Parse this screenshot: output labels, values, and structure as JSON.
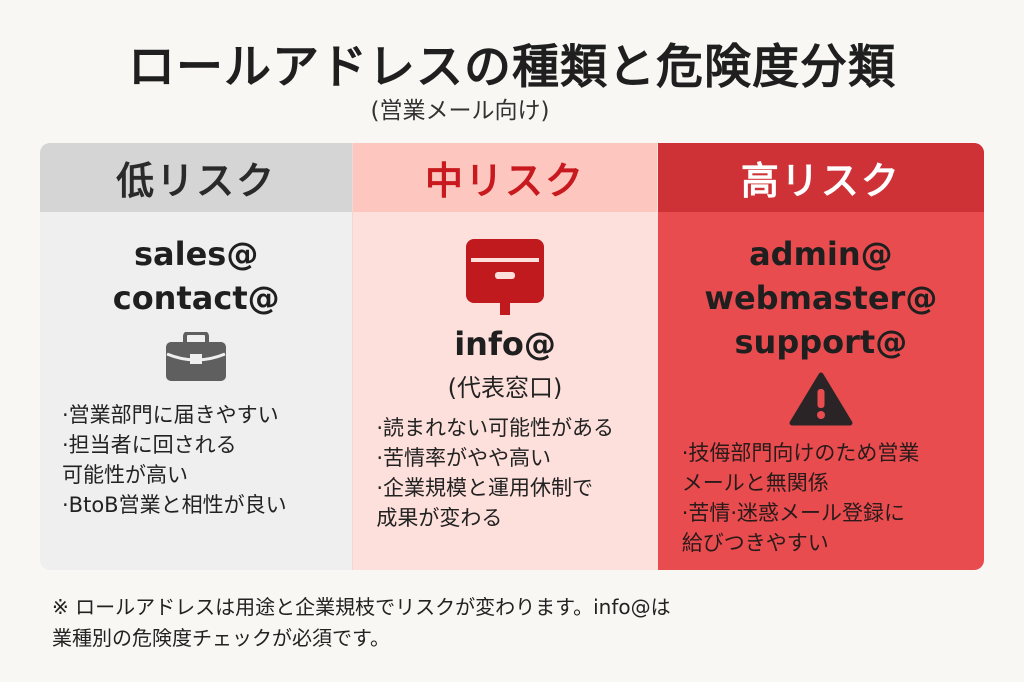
{
  "header": {
    "title": "ロールアドレスの種類と危険度分類",
    "subtitle": "(営業メール向け)"
  },
  "colors": {
    "low_header": "#d5d5d5",
    "low_body": "#efefef",
    "mid_header": "#fdc7bf",
    "mid_body": "#fde0dc",
    "mid_accent": "#c8191e",
    "high_header": "#cf3236",
    "high_body": "#e94c4f"
  },
  "columns": [
    {
      "label": "低リスク",
      "icon": "briefcase-icon",
      "addresses": [
        "sales@",
        "contact@"
      ],
      "bullets": [
        "·営業部門に届きやすい",
        "·担当者に回される",
        "可能性が高い",
        "·BtoB営業と相性が良い"
      ]
    },
    {
      "label": "中リスク",
      "icon": "mailbox-icon",
      "addresses": [
        "info@"
      ],
      "sub": "(代表窓口)",
      "bullets": [
        "·読まれない可能性がある",
        "·苦情率がやや高い",
        "·企業規模と運用休制で",
        "成果が変わる"
      ]
    },
    {
      "label": "高リスク",
      "icon": "warning-icon",
      "addresses": [
        "admin@",
        "webmaster@",
        "support@"
      ],
      "bullets": [
        "·技侮部門向けのため営業",
        "メールと無関係",
        "·苦情·迷惑メール登録に",
        "給びつきやすい"
      ]
    }
  ],
  "note": {
    "line1": "※ ロールアドレスは用途と企業規枝でリスクが変わります。info@は",
    "line2": "業種別の危険度チェックが必須です。"
  }
}
